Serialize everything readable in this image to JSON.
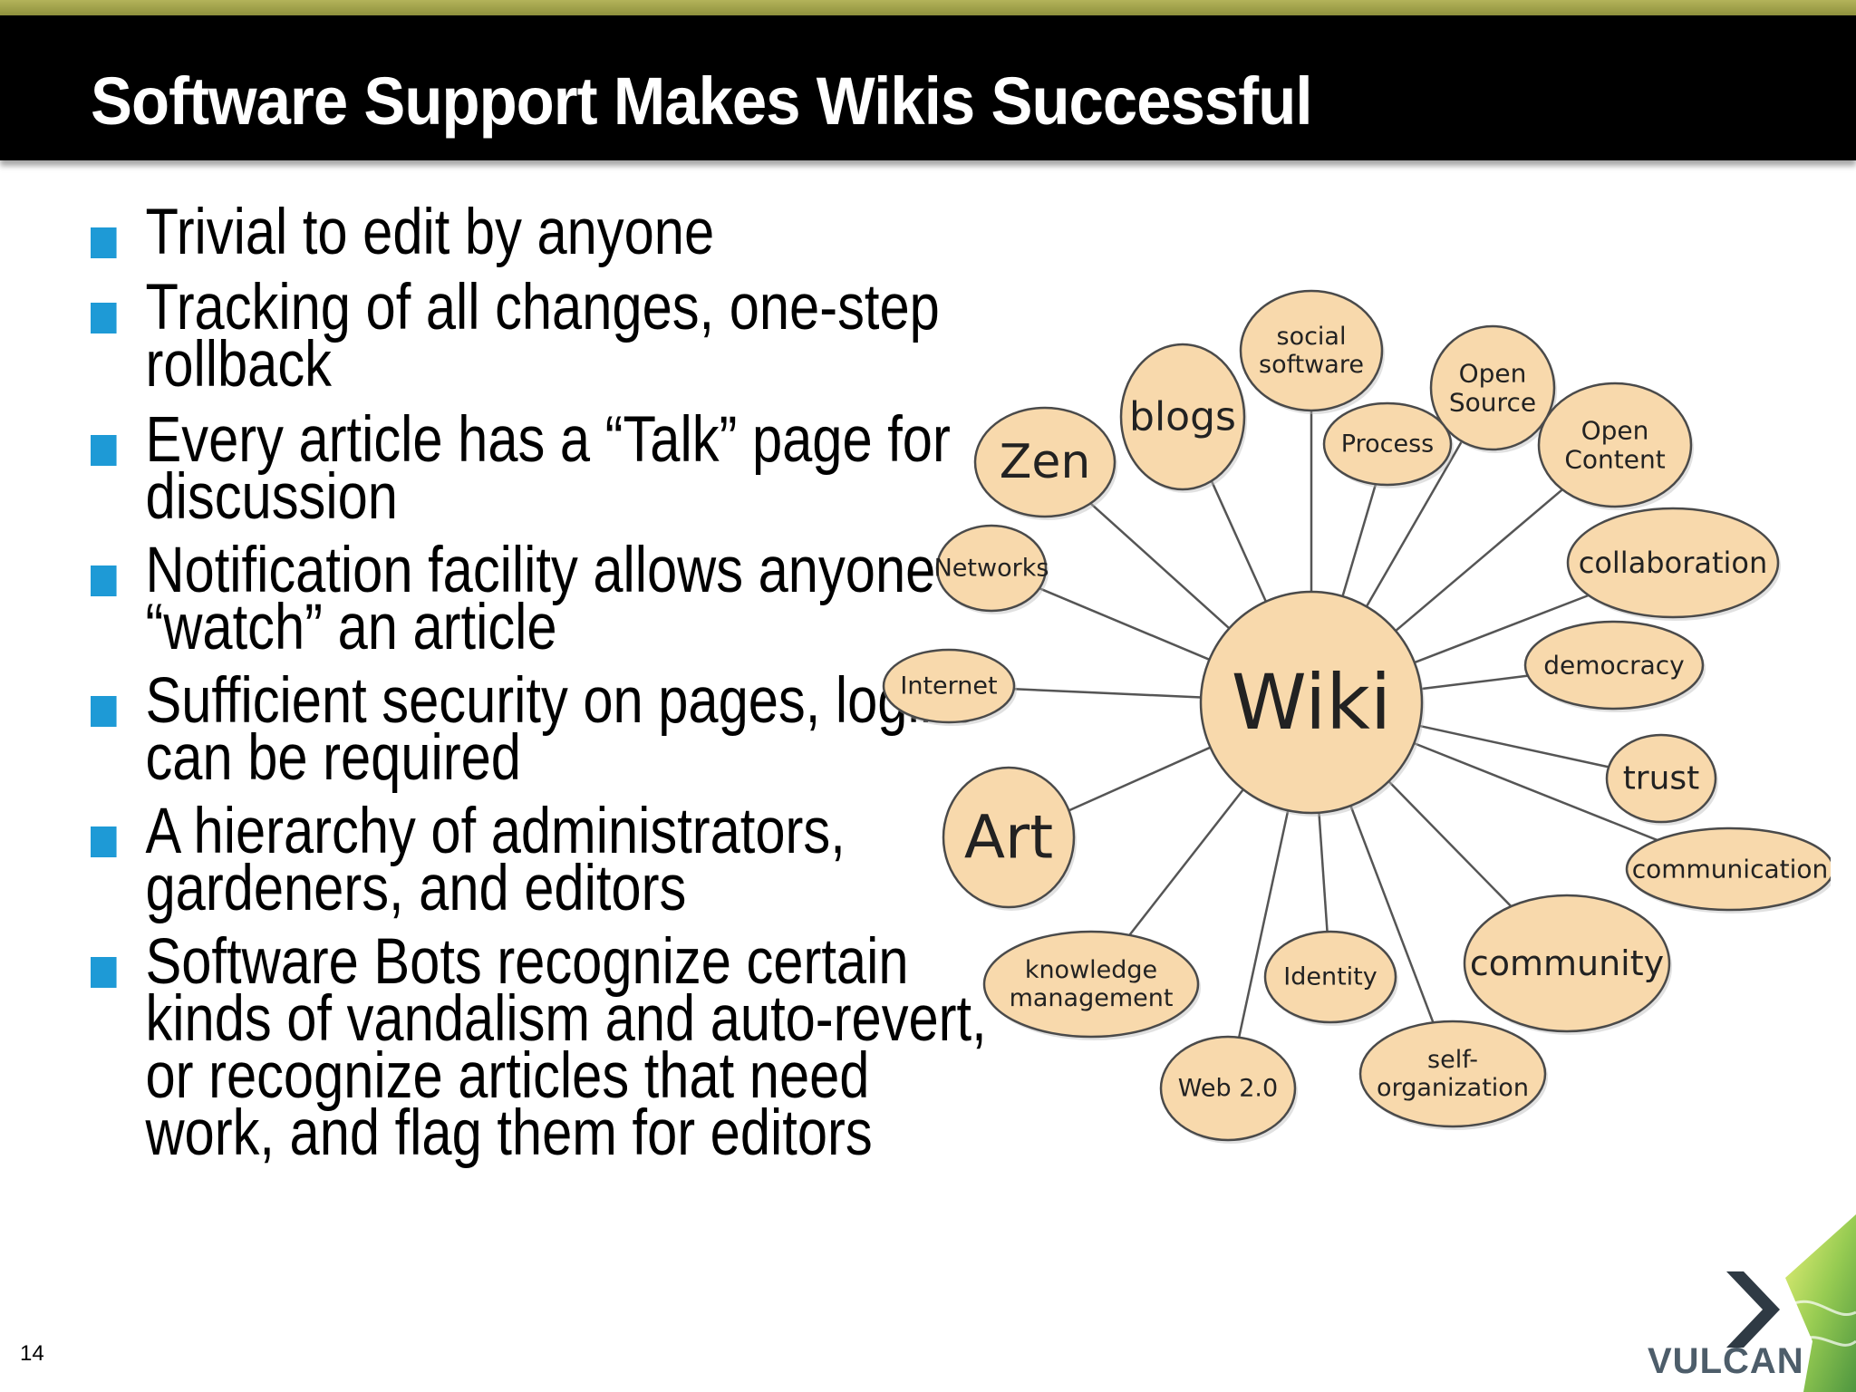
{
  "slide": {
    "title": "Software Support Makes Wikis Successful",
    "page_number": "14"
  },
  "bullets": [
    "Trivial to edit by anyone",
    "Tracking of all changes, one-step rollback",
    "Every article has a “Talk” page for discussion",
    "Notification facility allows anyone to “watch” an article",
    "Sufficient security on pages, logins can be required",
    "A hierarchy of administrators, gardeners, and editors",
    "Software Bots recognize certain kinds of vandalism and auto-revert, or recognize articles that need work, and flag them for editors"
  ],
  "diagram": {
    "center": "Wiki",
    "nodes": [
      "social software",
      "blogs",
      "Open Source",
      "Zen",
      "Process",
      "Open Content",
      "Networks",
      "collaboration",
      "democracy",
      "Internet",
      "trust",
      "Art",
      "communication",
      "community",
      "knowledge management",
      "Identity",
      "Web 2.0",
      "self-organization"
    ],
    "colors": {
      "node_fill": "#f8d9ac",
      "node_stroke": "#4a4a4a",
      "spoke": "#555555"
    }
  },
  "logo": {
    "text": "VULCAN"
  },
  "colors": {
    "title_bar": "#000000",
    "accent": "#9a9c44",
    "bullet_marker": "#1e9ad6"
  }
}
